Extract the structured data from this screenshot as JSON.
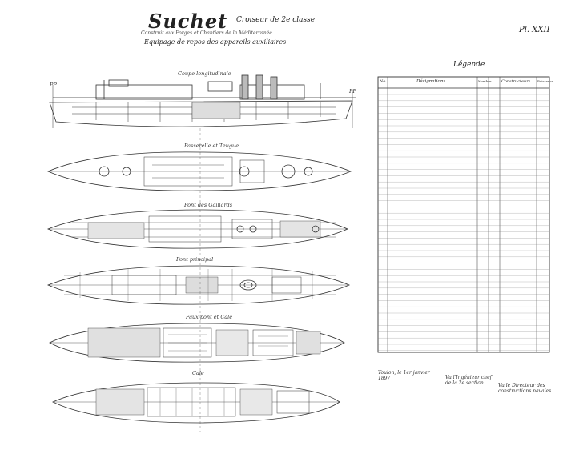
{
  "header": {
    "title": "Suchet",
    "subtitle": "Croiseur de 2e classe",
    "line2": "Construit aux Forges et Chantiers de la Méditerranée",
    "line3": "Équipage de repos des appareils auxiliaires",
    "plate": "Pl. XXII"
  },
  "labels": {
    "elevation": "Coupe longitudinale",
    "deck1": "Passerelle et Teugue",
    "deck2": "Pont des Gaillards",
    "deck3": "Pont principal",
    "deck4": "Faux pont et Cale",
    "deck5": "Cale",
    "frame_left": "PP",
    "frame_right": "PP"
  },
  "legend": {
    "title": "Légende",
    "headers": [
      "No",
      "Désignations",
      "Nombre",
      "Constructeurs",
      "Puissance"
    ]
  },
  "footer": {
    "block1": "Toulon, le 1er janvier 1897",
    "block2": "Vu l'Ingénieur chef de la 2e section",
    "block3": "Vu le Directeur des constructions navales"
  }
}
